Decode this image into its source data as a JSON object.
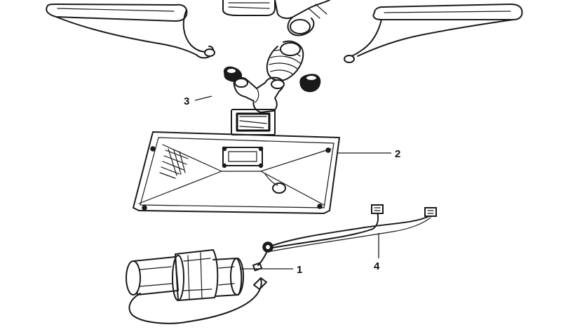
{
  "callouts": [
    {
      "id": "part-3",
      "label": "3"
    },
    {
      "id": "part-2",
      "label": "2"
    },
    {
      "id": "part-1",
      "label": "1"
    },
    {
      "id": "part-4",
      "label": "4"
    }
  ]
}
